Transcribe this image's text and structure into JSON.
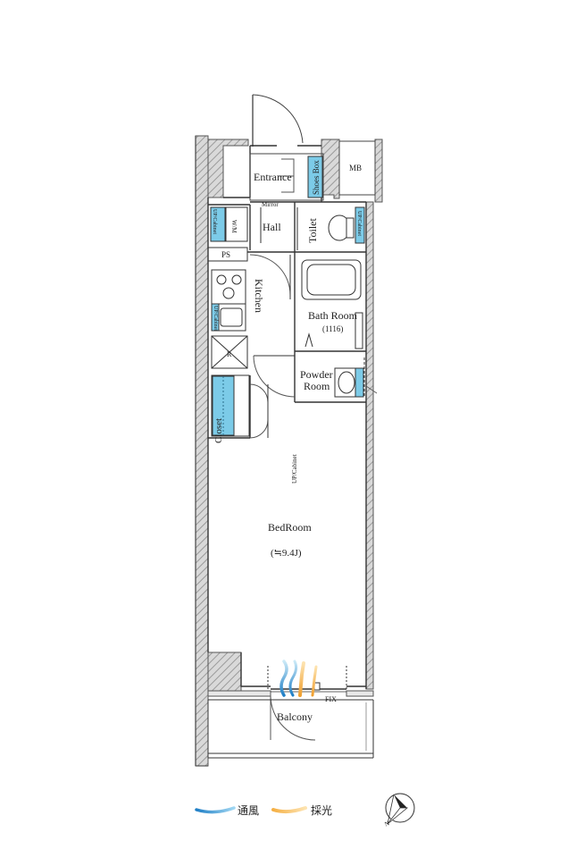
{
  "rooms": {
    "entrance": "Entrance",
    "shoes_box": "Shoes Box",
    "mirror": "Mirror",
    "mb": "MB",
    "hall": "Hall",
    "wm": "W/M",
    "up_cabinet_left": "UP/Cabinet",
    "toilet": "Toilet",
    "up_cabinet_toilet": "UP/Cabinet",
    "ps": "PS",
    "kitchen": "Kitchen",
    "up_cabinet_kitchen": "UP/Cabinet",
    "refrigerator": "R",
    "bath_room": "Bath Room",
    "bath_size": "(1116)",
    "powder_room_line1": "Powder",
    "powder_room_line2": "Room",
    "closet": "Closet",
    "up_cabinet_right": "UP/Cabinet",
    "bedroom": "BedRoom",
    "bedroom_size": "(≒9.4J)",
    "fix": "FIX",
    "balcony": "Balcony"
  },
  "legend": {
    "ventilation": "通風",
    "daylight": "採光"
  },
  "compass": {
    "north_mark": "N"
  },
  "colors": {
    "wall_hatch": "#bdbdbd",
    "cabinet_blue": "#7ccbe8",
    "ventilation_blue": "#3aa0d8",
    "daylight_orange": "#f0a030"
  }
}
